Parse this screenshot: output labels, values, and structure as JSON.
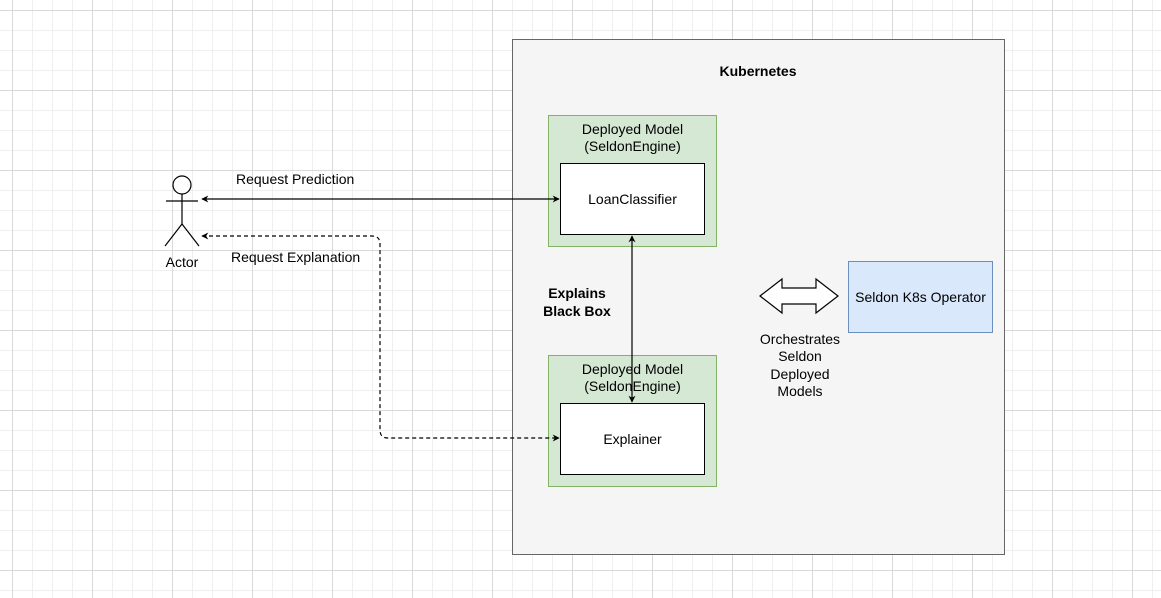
{
  "diagram": {
    "container": {
      "label": "Kubernetes"
    },
    "deployed_model_top": {
      "label_line1": "Deployed Model",
      "label_line2": "(SeldonEngine)",
      "component": "LoanClassifier"
    },
    "deployed_model_bottom": {
      "label_line1": "Deployed Model",
      "label_line2": "(SeldonEngine)",
      "component": "Explainer"
    },
    "operator": {
      "label": "Seldon K8s Operator"
    },
    "actor": {
      "label": "Actor"
    },
    "edges": {
      "request_prediction": "Request Prediction",
      "request_explanation": "Request Explanation",
      "explains_line1": "Explains",
      "explains_line2": "Black Box",
      "orchestrates": [
        "Orchestrates",
        "Seldon",
        "Deployed",
        "Models"
      ]
    }
  },
  "colors": {
    "container_fill": "#f5f5f5",
    "container_stroke": "#666666",
    "group_fill": "#d5e8d4",
    "group_stroke": "#82b366",
    "operator_fill": "#dae8fc",
    "operator_stroke": "#6c8ebf"
  }
}
